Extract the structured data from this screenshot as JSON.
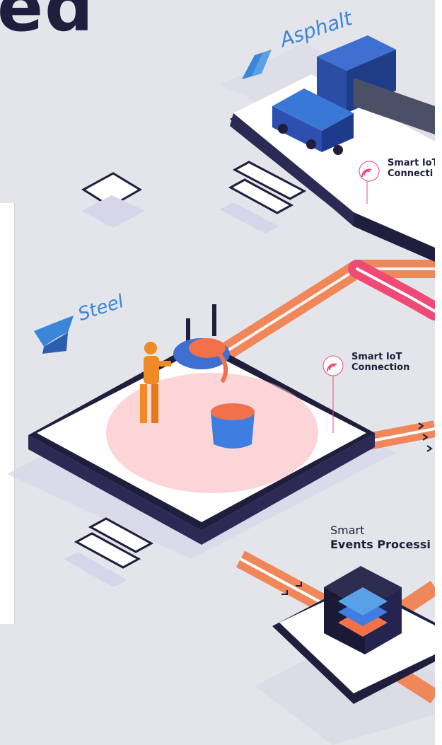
{
  "heading": "ed",
  "sectors": {
    "asphalt": "Asphalt",
    "steel": "Steel"
  },
  "iot_badges": [
    {
      "line1": "Smart IoT",
      "line2": "Connecti"
    },
    {
      "line1": "Smart IoT",
      "line2": "Connection"
    }
  ],
  "events": {
    "line1": "Smart",
    "line2": "Events Processi"
  },
  "icons": [
    "road-icon",
    "anvil-icon",
    "wifi-signal-icon",
    "processing-cube-icon"
  ],
  "colors": {
    "navy": "#1f1e3d",
    "label_blue": "#3a86d8",
    "orange_line": "#f0875a",
    "pink_line": "#ef4a74",
    "background": "#e4e5ea"
  }
}
